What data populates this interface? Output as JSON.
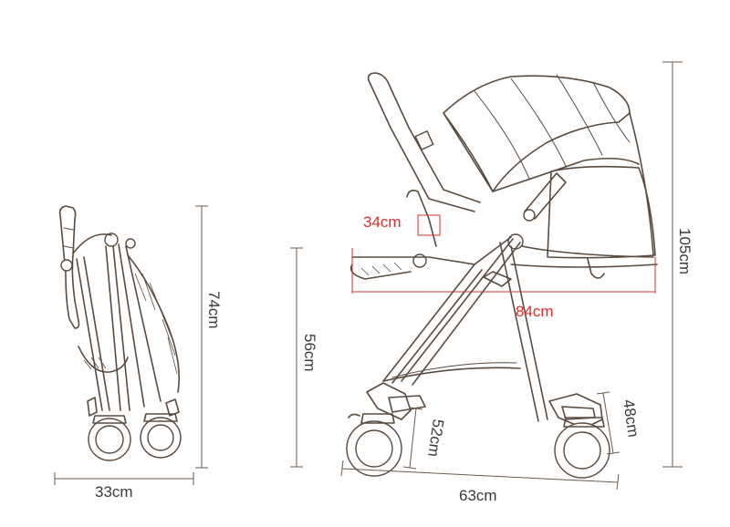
{
  "labels": {
    "folded_width": "33cm",
    "folded_height": "74cm",
    "seat_height": "56cm",
    "total_height": "105cm",
    "handle_width": "34cm",
    "length": "84cm",
    "front_wheel": "52cm",
    "rear_wheel": "48cm",
    "wheelbase": "63cm"
  },
  "colors": {
    "line": "#5a4a3e",
    "dimension": "#6b5a4c",
    "highlight": "#d9302c",
    "text": "#3a3a3a"
  }
}
